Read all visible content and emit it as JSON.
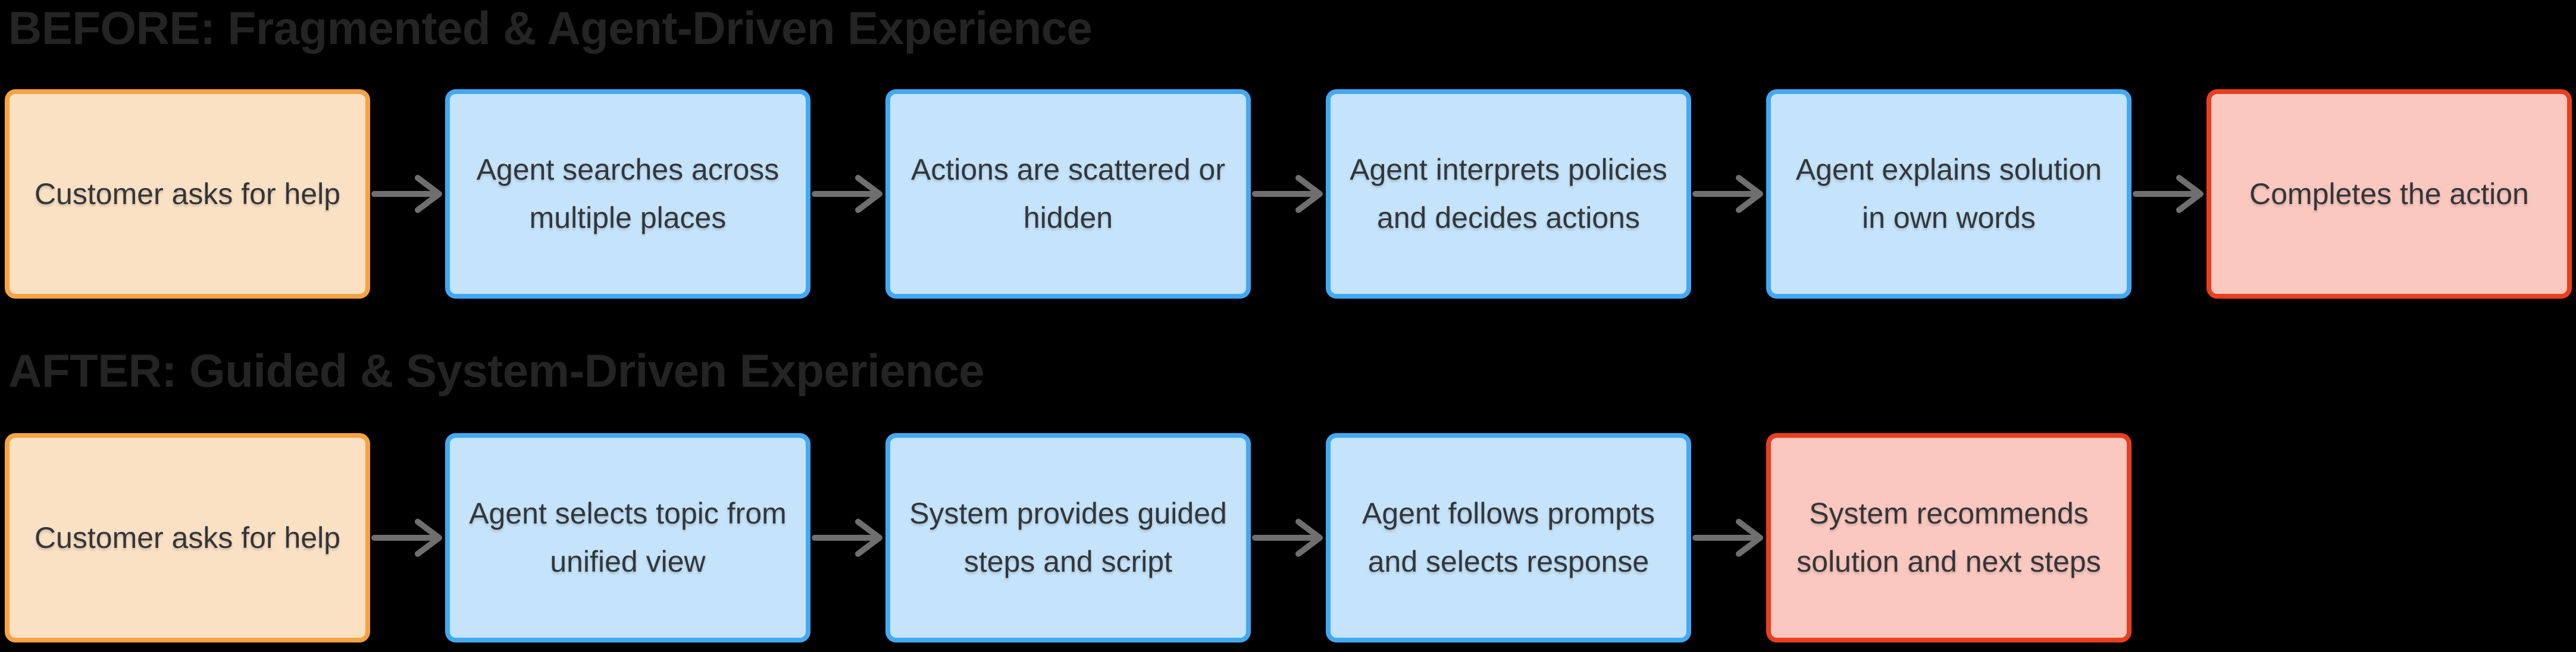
{
  "page": {
    "background": "#000000",
    "arrow_icon": "right-arrow"
  },
  "colors": {
    "start_border": "#F6A343",
    "start_fill": "#FBE1C4",
    "process_border": "#43A9F5",
    "process_fill": "#C5E4FB",
    "end_border": "#EA3E20",
    "end_fill": "#FBC8C0",
    "arrow": "#6F6F6F",
    "heading_text": "#242424",
    "step_text": "#333639"
  },
  "sections": [
    {
      "heading": "BEFORE: Fragmented & Agent-Driven Experience",
      "steps": [
        {
          "type": "start",
          "label": "Customer asks for help"
        },
        {
          "type": "process",
          "label": "Agent searches across\nmultiple places"
        },
        {
          "type": "process",
          "label": "Actions are scattered or\nhidden"
        },
        {
          "type": "process",
          "label": "Agent interprets policies\nand decides actions"
        },
        {
          "type": "process",
          "label": "Agent explains solution\nin own words"
        },
        {
          "type": "end",
          "label": "Completes the action"
        }
      ]
    },
    {
      "heading": "AFTER: Guided & System-Driven Experience",
      "steps": [
        {
          "type": "start",
          "label": "Customer asks for help"
        },
        {
          "type": "process",
          "label": "Agent selects topic from\nunified view"
        },
        {
          "type": "process",
          "label": "System provides guided\nsteps and script"
        },
        {
          "type": "process",
          "label": "Agent follows prompts\nand selects response"
        },
        {
          "type": "end",
          "label": "System recommends\nsolution and next steps"
        }
      ]
    }
  ]
}
